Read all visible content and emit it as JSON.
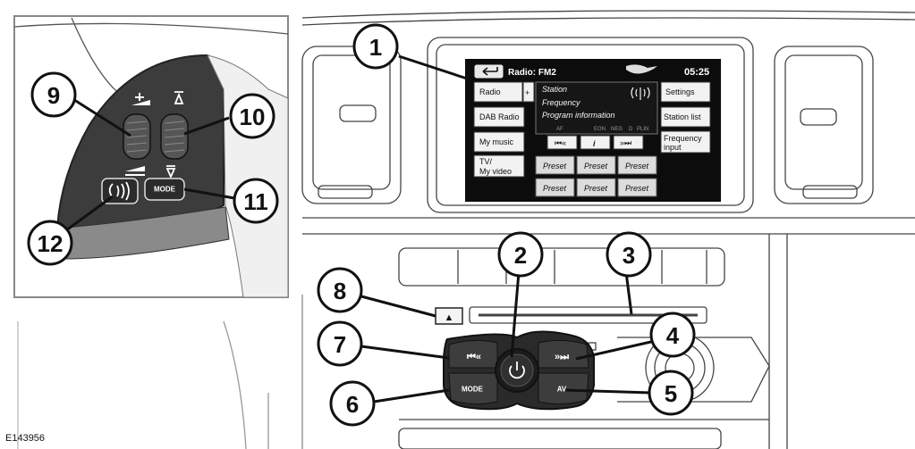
{
  "figure_code": "E143956",
  "screen": {
    "title": "Radio: FM2",
    "time": "05:25",
    "left_buttons": [
      "Radio",
      "DAB Radio",
      "My music"
    ],
    "tv_line1": "TV/",
    "tv_line2": "My video",
    "plus": "+",
    "info": [
      "Station",
      "Frequency",
      "Program information"
    ],
    "flags": [
      "AF",
      "EON",
      "NEG",
      "D",
      "PLIN"
    ],
    "transport": [
      "⏮«",
      "i",
      "»⏭"
    ],
    "right_buttons": [
      "Settings",
      "Station list"
    ],
    "freq_line1": "Frequency",
    "freq_line2": "input",
    "presets": [
      "Preset",
      "Preset",
      "Preset",
      "Preset",
      "Preset",
      "Preset"
    ]
  },
  "console": {
    "mode_label": "MODE",
    "av_label": "AV",
    "prev_label": "⏮«",
    "next_label": "»⏭",
    "eject_symbol": "▲"
  },
  "wheel": {
    "mode_label": "MODE"
  },
  "callouts": [
    "1",
    "2",
    "3",
    "4",
    "5",
    "6",
    "7",
    "8",
    "9",
    "10",
    "11",
    "12"
  ]
}
